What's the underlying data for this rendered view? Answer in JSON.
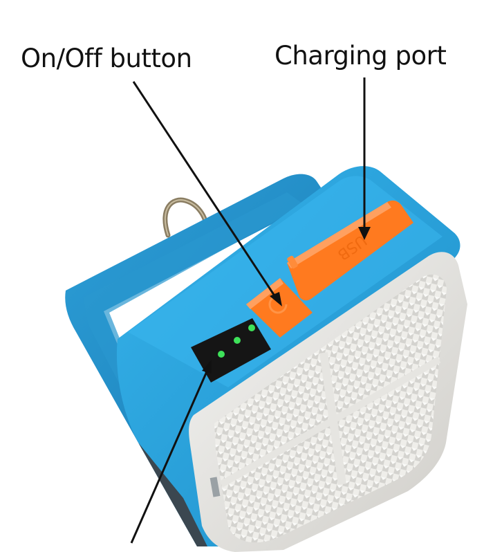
{
  "image": {
    "subject": "Blue portable LED work light with orange buttons",
    "background_color": "#ffffff"
  },
  "annotations": [
    {
      "id": "on-off",
      "label": "On/Off button",
      "points_to": "orange power button"
    },
    {
      "id": "charging",
      "label": "Charging port",
      "points_to": "orange USB port cover"
    },
    {
      "id": "indicator",
      "label": "",
      "points_to": "battery indicator LEDs"
    }
  ],
  "product": {
    "body_color": "#2ea6df",
    "button_color": "#ff7a1f",
    "indicator_panel_color": "#151515",
    "led_color": "#3ee25a",
    "indicator_led_count": 3,
    "usb_cover_text": "USB",
    "lens_color": "#e8e6e0"
  }
}
